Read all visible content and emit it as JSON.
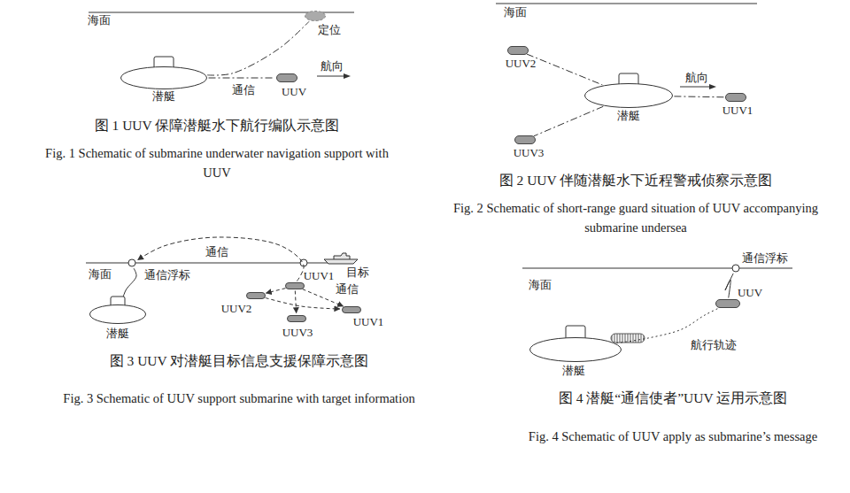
{
  "diagram": {
    "nodes": [
      {
        "text": [
          "潜艇"
        ]
      },
      {
        "text": [
          "UUV"
        ]
      },
      {
        "text": [
          "定位"
        ]
      },
      {
        "text": [
          "UUV2"
        ]
      },
      {
        "text": [
          "潜艇"
        ]
      },
      {
        "text": [
          "UUV1"
        ]
      },
      {
        "text": [
          "UUV3"
        ]
      },
      {
        "text": [
          "通信浮标"
        ]
      },
      {
        "text": [
          "UUV1"
        ]
      },
      {
        "text": [
          "目标"
        ]
      },
      {
        "text": [
          "UUV2"
        ]
      },
      {
        "text": [
          "UUV1"
        ]
      },
      {
        "text": [
          "潜艇"
        ]
      },
      {
        "text": [
          "UUV3"
        ]
      },
      {
        "text": [
          "通信浮标"
        ]
      },
      {
        "text": [
          "UUV"
        ]
      },
      {
        "text": [
          "潜艇"
        ]
      }
    ],
    "edges": [
      {
        "from": 0,
        "to": 1,
        "arrow": "none",
        "label": "通信"
      },
      {
        "from": 0,
        "to": 2,
        "arrow": "none"
      },
      {
        "from": 3,
        "to": 4,
        "arrow": "none"
      },
      {
        "from": 4,
        "to": 5,
        "arrow": "none"
      },
      {
        "from": 4,
        "to": 6,
        "arrow": "none"
      },
      {
        "from": 8,
        "to": 7,
        "arrow": "to",
        "label": "通信"
      },
      {
        "from": 7,
        "to": 12,
        "arrow": "none"
      },
      {
        "from": 8,
        "to": 10,
        "arrow": "to"
      },
      {
        "from": 8,
        "to": 13,
        "arrow": "to"
      },
      {
        "from": 8,
        "to": 11,
        "arrow": "to",
        "label": "通信"
      },
      {
        "from": 10,
        "to": 11,
        "arrow": "to"
      },
      {
        "from": 15,
        "to": 14,
        "arrow": "none"
      },
      {
        "from": 16,
        "to": 15,
        "arrow": "none",
        "label": "航行轨迹"
      }
    ],
    "labels": [
      "海面",
      "航向",
      "图 1 UUV 保障潜艇水下航行编队示意图",
      "Fig. 1 Schematic of submarine underwater navigation support with UUV",
      "海面",
      "航向",
      "图 2 UUV 伴随潜艇水下近程警戒侦察示意图",
      "Fig. 2 Schematic of short-range guard situation of UUV accompanying submarine undersea",
      "海面",
      "图 3 UUV 对潜艇目标信息支援保障示意图",
      "Fig. 3 Schematic of UUV support submarine with target information",
      "海面",
      "图 4 潜艇“通信使者”UUV 运用示意图",
      "Fig. 4 Schematic of UUV apply as submarine’s message"
    ]
  }
}
